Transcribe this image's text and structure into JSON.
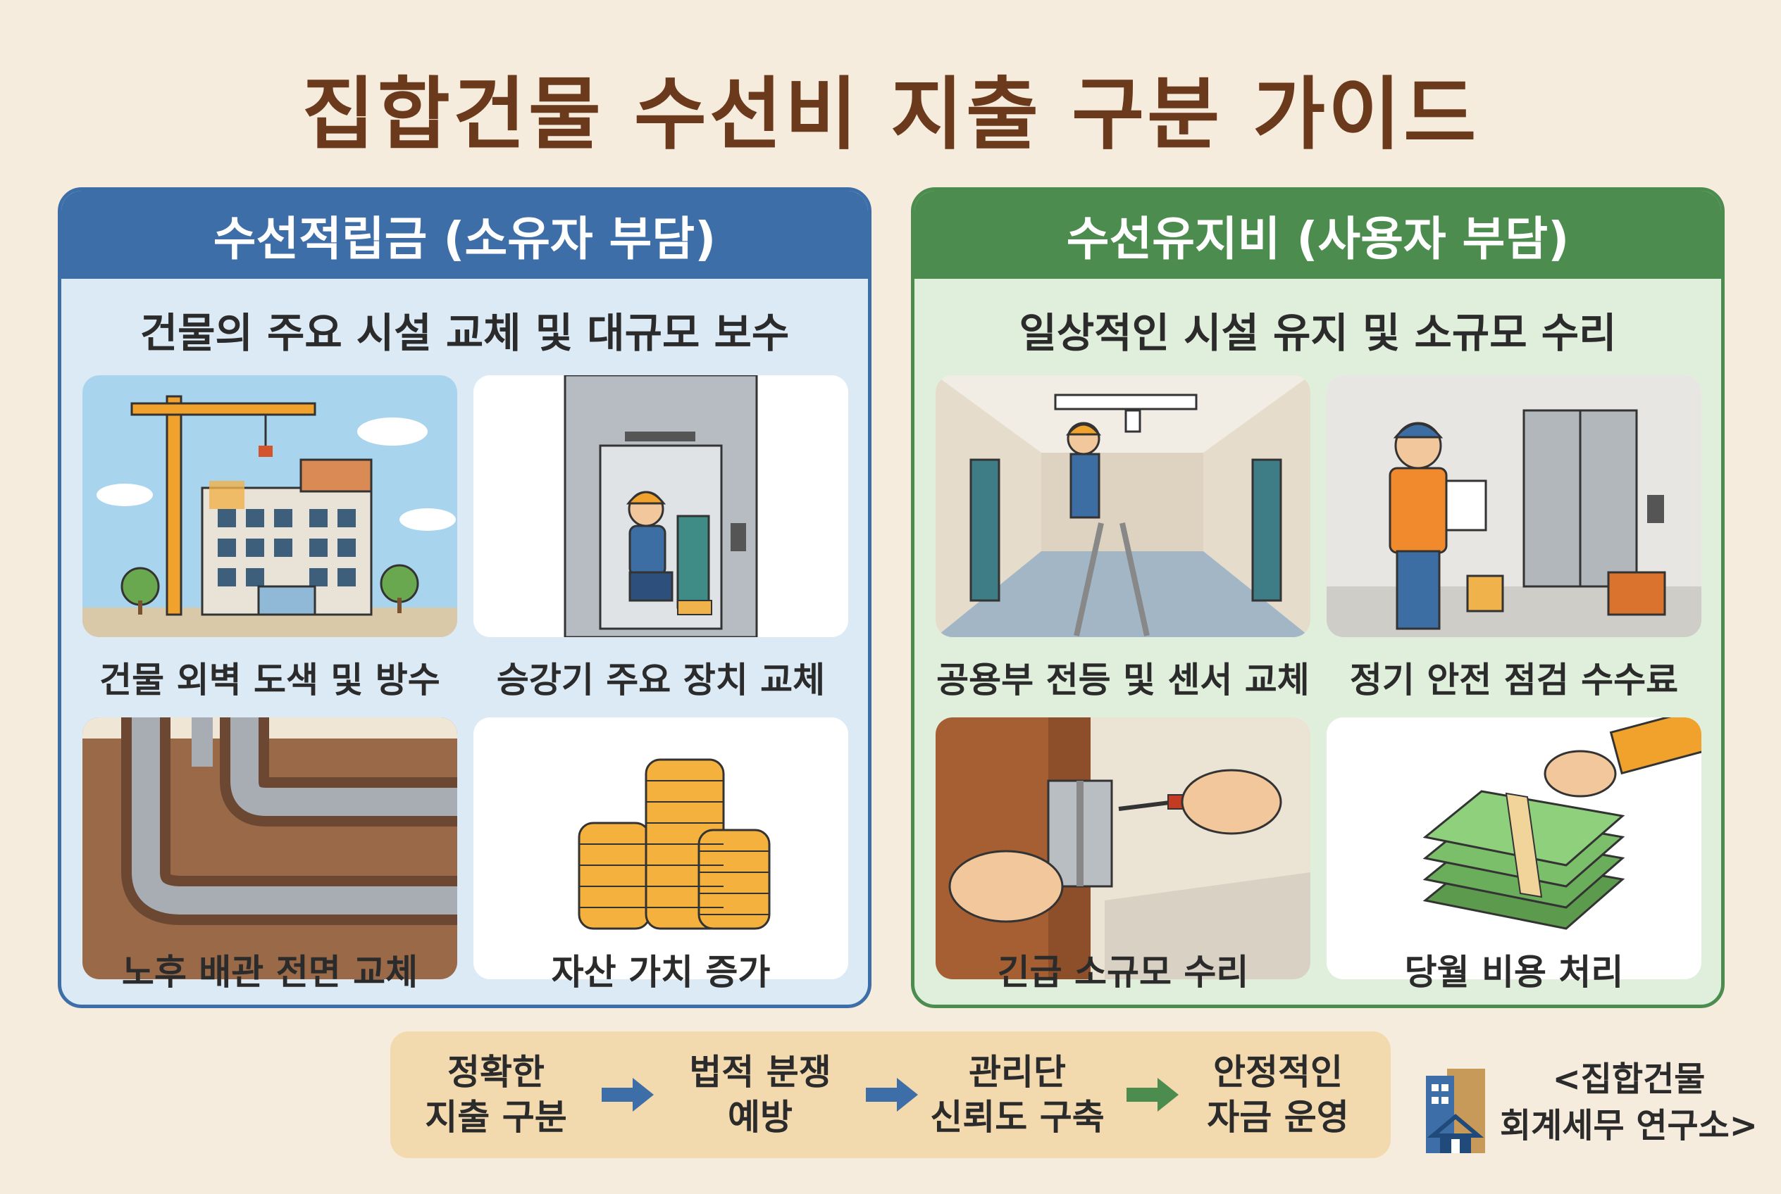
{
  "title": "집합건물 수선비 지출 구분 가이드",
  "left_panel": {
    "header": "수선적립금 (소유자 부담)",
    "subtitle": "건물의 주요 시설 교체 및 대규모 보수",
    "color": "#3e6ea8",
    "items": [
      {
        "label": "건물 외벽 도색 및 방수",
        "icon": "construction-crane-building"
      },
      {
        "label": "승강기 주요 장치 교체",
        "icon": "elevator-repair-worker"
      },
      {
        "label": "노후 배관 전면 교체",
        "icon": "underground-pipes"
      },
      {
        "label": "자산 가치 증가",
        "icon": "coin-stacks"
      }
    ]
  },
  "right_panel": {
    "header": "수선유지비 (사용자 부담)",
    "subtitle": "일상적인 시설 유지 및 소규모 수리",
    "color": "#4c8c4e",
    "items": [
      {
        "label": "공용부 전등 및 센서 교체",
        "icon": "ladder-light-bulb"
      },
      {
        "label": "정기 안전 점검 수수료",
        "icon": "inspector-clipboard"
      },
      {
        "label": "긴급 소규모 수리",
        "icon": "door-hinge-screwdriver"
      },
      {
        "label": "당월 비용 처리",
        "icon": "cash-bundle"
      }
    ]
  },
  "flow": {
    "steps": [
      "정확한\n지출 구분",
      "법적 분쟁\n예방",
      "관리단\n신뢰도 구축",
      "안정적인\n자금 운영"
    ],
    "arrow_colors": [
      "#3e6ea8",
      "#3e6ea8",
      "#4c8c4e"
    ]
  },
  "credit": "<집합건물\n회계세무 연구소>",
  "logo_icon": "house-building-logo"
}
